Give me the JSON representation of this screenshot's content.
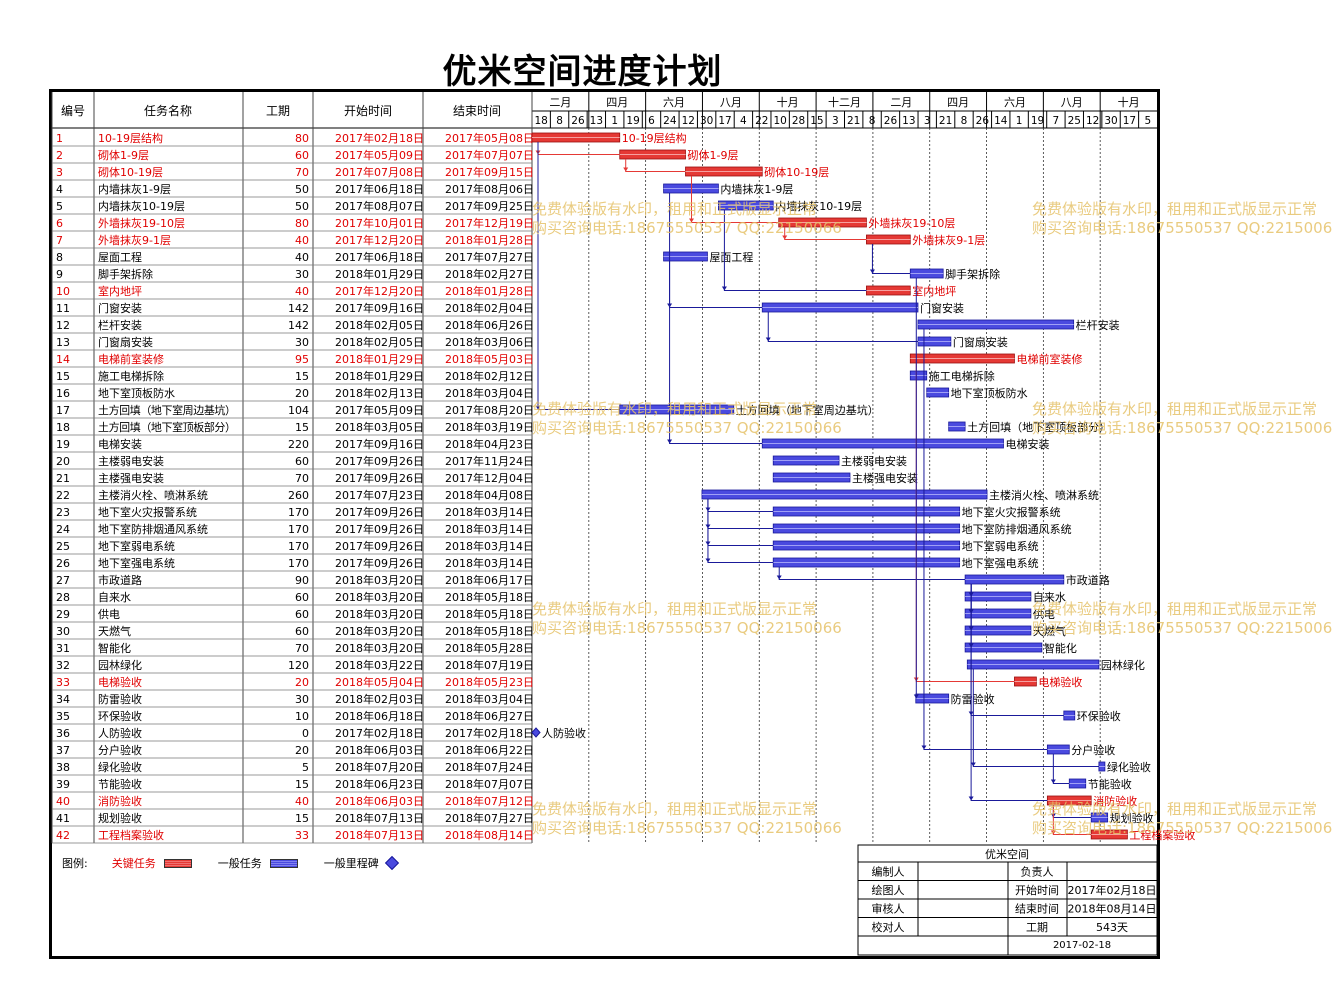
{
  "title": "优米空间进度计划",
  "headers": {
    "id": "编号",
    "name": "任务名称",
    "duration": "工期",
    "start": "开始时间",
    "end": "结束时间"
  },
  "months_row": [
    "二月",
    "四月",
    "六月",
    "八月",
    "十月",
    "十二月",
    "二月",
    "四月",
    "六月",
    "八月",
    "十月"
  ],
  "weeks_row": [
    "18",
    "8",
    "26",
    "13",
    "1",
    "19",
    "6",
    "24",
    "12",
    "30",
    "17",
    "4",
    "22",
    "10",
    "28",
    "15",
    "3",
    "21",
    "8",
    "26",
    "13",
    "3",
    "21",
    "8",
    "26",
    "14",
    "1",
    "19",
    "7",
    "25",
    "12",
    "30",
    "17",
    "5"
  ],
  "chart_data": {
    "type": "gantt",
    "project_start": "2017-02-18",
    "project_end": "2018-08-14",
    "tasks": [
      {
        "id": "1",
        "name": "10-19层结构",
        "duration": "80",
        "start": "2017年02月18日",
        "end": "2017年05月08日",
        "critical": true,
        "bar_label": "10-19层结构"
      },
      {
        "id": "2",
        "name": "砌体1-9层",
        "duration": "60",
        "start": "2017年05月09日",
        "end": "2017年07月07日",
        "critical": true,
        "bar_label": "砌体1-9层"
      },
      {
        "id": "3",
        "name": "砌体10-19层",
        "duration": "70",
        "start": "2017年07月08日",
        "end": "2017年09月15日",
        "critical": true,
        "bar_label": "砌体10-19层"
      },
      {
        "id": "4",
        "name": "内墙抹灰1-9层",
        "duration": "50",
        "start": "2017年06月18日",
        "end": "2017年08月06日",
        "critical": false,
        "bar_label": "内墙抹灰1-9层"
      },
      {
        "id": "5",
        "name": "内墙抹灰10-19层",
        "duration": "50",
        "start": "2017年08月07日",
        "end": "2017年09月25日",
        "critical": false,
        "bar_label": "内墙抹灰10-19层"
      },
      {
        "id": "6",
        "name": "外墙抹灰19-10层",
        "duration": "80",
        "start": "2017年10月01日",
        "end": "2017年12月19日",
        "critical": true,
        "bar_label": "外墙抹灰19-10层"
      },
      {
        "id": "7",
        "name": "外墙抹灰9-1层",
        "duration": "40",
        "start": "2017年12月20日",
        "end": "2018年01月28日",
        "critical": true,
        "bar_label": "外墙抹灰9-1层"
      },
      {
        "id": "8",
        "name": "屋面工程",
        "duration": "40",
        "start": "2017年06月18日",
        "end": "2017年07月27日",
        "critical": false,
        "bar_label": "屋面工程"
      },
      {
        "id": "9",
        "name": "脚手架拆除",
        "duration": "30",
        "start": "2018年01月29日",
        "end": "2018年02月27日",
        "critical": false,
        "bar_label": "脚手架拆除"
      },
      {
        "id": "10",
        "name": "室内地坪",
        "duration": "40",
        "start": "2017年12月20日",
        "end": "2018年01月28日",
        "critical": true,
        "bar_label": "室内地坪"
      },
      {
        "id": "11",
        "name": "门窗安装",
        "duration": "142",
        "start": "2017年09月16日",
        "end": "2018年02月04日",
        "critical": false,
        "bar_label": "门窗安装"
      },
      {
        "id": "12",
        "name": "栏杆安装",
        "duration": "142",
        "start": "2018年02月05日",
        "end": "2018年06月26日",
        "critical": false,
        "bar_label": "栏杆安装"
      },
      {
        "id": "13",
        "name": "门窗扇安装",
        "duration": "30",
        "start": "2018年02月05日",
        "end": "2018年03月06日",
        "critical": false,
        "bar_label": "门窗扇安装"
      },
      {
        "id": "14",
        "name": "电梯前室装修",
        "duration": "95",
        "start": "2018年01月29日",
        "end": "2018年05月03日",
        "critical": true,
        "bar_label": "电梯前室装修"
      },
      {
        "id": "15",
        "name": "施工电梯拆除",
        "duration": "15",
        "start": "2018年01月29日",
        "end": "2018年02月12日",
        "critical": false,
        "bar_label": "施工电梯拆除"
      },
      {
        "id": "16",
        "name": "地下室顶板防水",
        "duration": "20",
        "start": "2018年02月13日",
        "end": "2018年03月04日",
        "critical": false,
        "bar_label": "地下室顶板防水"
      },
      {
        "id": "17",
        "name": "土方回填（地下室周边基坑）",
        "duration": "104",
        "start": "2017年05月09日",
        "end": "2017年08月20日",
        "critical": false,
        "bar_label": "土方回填（地下室周边基坑）"
      },
      {
        "id": "18",
        "name": "土方回填（地下室顶板部分）",
        "duration": "15",
        "start": "2018年03月05日",
        "end": "2018年03月19日",
        "critical": false,
        "bar_label": "土方回填（地下室顶板部分）"
      },
      {
        "id": "19",
        "name": "电梯安装",
        "duration": "220",
        "start": "2017年09月16日",
        "end": "2018年04月23日",
        "critical": false,
        "bar_label": "电梯安装"
      },
      {
        "id": "20",
        "name": "主楼弱电安装",
        "duration": "60",
        "start": "2017年09月26日",
        "end": "2017年11月24日",
        "critical": false,
        "bar_label": "主楼弱电安装"
      },
      {
        "id": "21",
        "name": "主楼强电安装",
        "duration": "70",
        "start": "2017年09月26日",
        "end": "2017年12月04日",
        "critical": false,
        "bar_label": "主楼强电安装"
      },
      {
        "id": "22",
        "name": "主楼消火栓、喷淋系统",
        "duration": "260",
        "start": "2017年07月23日",
        "end": "2018年04月08日",
        "critical": false,
        "bar_label": "主楼消火栓、喷淋系统"
      },
      {
        "id": "23",
        "name": "地下室火灾报警系统",
        "duration": "170",
        "start": "2017年09月26日",
        "end": "2018年03月14日",
        "critical": false,
        "bar_label": "地下室火灾报警系统"
      },
      {
        "id": "24",
        "name": "地下室防排烟通风系统",
        "duration": "170",
        "start": "2017年09月26日",
        "end": "2018年03月14日",
        "critical": false,
        "bar_label": "地下室防排烟通风系统"
      },
      {
        "id": "25",
        "name": "地下室弱电系统",
        "duration": "170",
        "start": "2017年09月26日",
        "end": "2018年03月14日",
        "critical": false,
        "bar_label": "地下室弱电系统"
      },
      {
        "id": "26",
        "name": "地下室强电系统",
        "duration": "170",
        "start": "2017年09月26日",
        "end": "2018年03月14日",
        "critical": false,
        "bar_label": "地下室强电系统"
      },
      {
        "id": "27",
        "name": "市政道路",
        "duration": "90",
        "start": "2018年03月20日",
        "end": "2018年06月17日",
        "critical": false,
        "bar_label": "市政道路"
      },
      {
        "id": "28",
        "name": "自来水",
        "duration": "60",
        "start": "2018年03月20日",
        "end": "2018年05月18日",
        "critical": false,
        "bar_label": "自来水"
      },
      {
        "id": "29",
        "name": "供电",
        "duration": "60",
        "start": "2018年03月20日",
        "end": "2018年05月18日",
        "critical": false,
        "bar_label": "供电"
      },
      {
        "id": "30",
        "name": "天燃气",
        "duration": "60",
        "start": "2018年03月20日",
        "end": "2018年05月18日",
        "critical": false,
        "bar_label": "天燃气"
      },
      {
        "id": "31",
        "name": "智能化",
        "duration": "70",
        "start": "2018年03月20日",
        "end": "2018年05月28日",
        "critical": false,
        "bar_label": "智能化"
      },
      {
        "id": "32",
        "name": "园林绿化",
        "duration": "120",
        "start": "2018年03月22日",
        "end": "2018年07月19日",
        "critical": false,
        "bar_label": "园林绿化"
      },
      {
        "id": "33",
        "name": "电梯验收",
        "duration": "20",
        "start": "2018年05月04日",
        "end": "2018年05月23日",
        "critical": true,
        "bar_label": "电梯验收"
      },
      {
        "id": "34",
        "name": "防雷验收",
        "duration": "30",
        "start": "2018年02月03日",
        "end": "2018年03月04日",
        "critical": false,
        "bar_label": "防雷验收"
      },
      {
        "id": "35",
        "name": "环保验收",
        "duration": "10",
        "start": "2018年06月18日",
        "end": "2018年06月27日",
        "critical": false,
        "bar_label": "环保验收"
      },
      {
        "id": "36",
        "name": "人防验收",
        "duration": "0",
        "start": "2017年02月18日",
        "end": "2017年02月18日",
        "critical": false,
        "milestone": true,
        "bar_label": "人防验收"
      },
      {
        "id": "37",
        "name": "分户验收",
        "duration": "20",
        "start": "2018年06月03日",
        "end": "2018年06月22日",
        "critical": false,
        "bar_label": "分户验收"
      },
      {
        "id": "38",
        "name": "绿化验收",
        "duration": "5",
        "start": "2018年07月20日",
        "end": "2018年07月24日",
        "critical": false,
        "bar_label": "绿化验收"
      },
      {
        "id": "39",
        "name": "节能验收",
        "duration": "15",
        "start": "2018年06月23日",
        "end": "2018年07月07日",
        "critical": false,
        "bar_label": "节能验收"
      },
      {
        "id": "40",
        "name": "消防验收",
        "duration": "40",
        "start": "2018年06月03日",
        "end": "2018年07月12日",
        "critical": true,
        "bar_label": "消防验收"
      },
      {
        "id": "41",
        "name": "规划验收",
        "duration": "15",
        "start": "2018年07月13日",
        "end": "2018年07月27日",
        "critical": false,
        "bar_label": "规划验收"
      },
      {
        "id": "42",
        "name": "工程档案验收",
        "duration": "33",
        "start": "2018年07月13日",
        "end": "2018年08月14日",
        "critical": true,
        "bar_label": "工程档案验收"
      }
    ]
  },
  "legend": {
    "label": "图例:",
    "critical": "关键任务",
    "normal": "一般任务",
    "milestone": "一般里程碑"
  },
  "info": {
    "project": "优米空间",
    "editor_label": "编制人",
    "drawer_label": "绘图人",
    "reviewer_label": "审核人",
    "checker_label": "校对人",
    "owner_label": "负责人",
    "start_label": "开始时间",
    "start_value": "2017年02月18日",
    "end_label": "结束时间",
    "end_value": "2018年08月14日",
    "duration_label": "工期",
    "duration_value": "543天",
    "date": "2017-02-18"
  },
  "watermark": {
    "line1": "免费体验版有水印，租用和正式版显示正常",
    "line2": "购买咨询电话:18675550537 QQ:22150066"
  },
  "colors": {
    "critical": "#e53935",
    "critical_text": "#e00000",
    "normal": "#4a4adf",
    "normal_border": "#1a1a9a",
    "grid": "#555555"
  }
}
